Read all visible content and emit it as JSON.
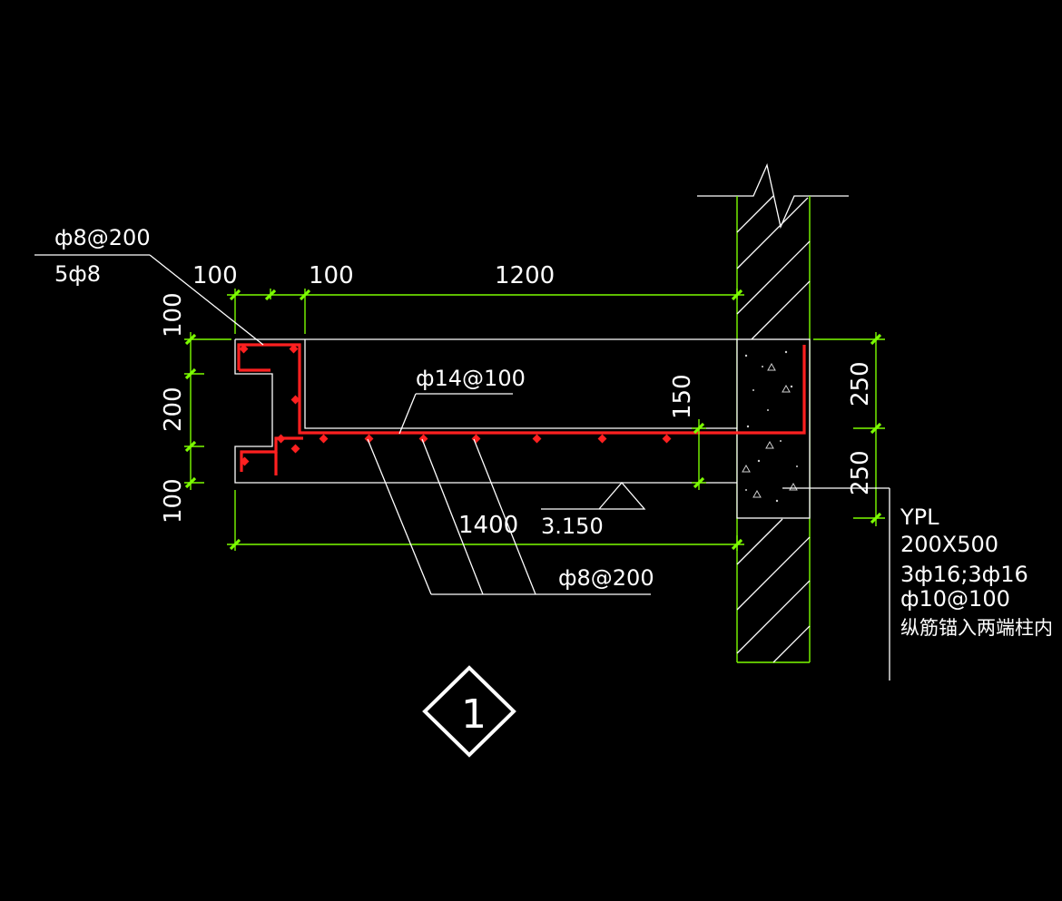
{
  "annotations": {
    "stirrup_note_top": "ф8@200",
    "stirrup_note_bottom": "5ф8",
    "slab_top_bar": "ф14@100",
    "slab_bottom_bar": "ф8@200",
    "level_mark": "3.150"
  },
  "dimensions": {
    "top": [
      "100",
      "100",
      "1200"
    ],
    "left": [
      "100",
      "200",
      "100"
    ],
    "right": [
      "250",
      "250"
    ],
    "inner_thickness": "150",
    "overall_length": "1400"
  },
  "beam_note": {
    "name": "YPL",
    "size": "200X500",
    "long_bars": "3ф16;3ф16",
    "stirrups": "ф10@100",
    "remark": "纵筋锚入两端柱内"
  },
  "section_marker": {
    "number": "1"
  },
  "colors": {
    "background": "#000000",
    "linework": "#ffffff",
    "dimension": "#7cfc00",
    "rebar": "#ff2020"
  }
}
